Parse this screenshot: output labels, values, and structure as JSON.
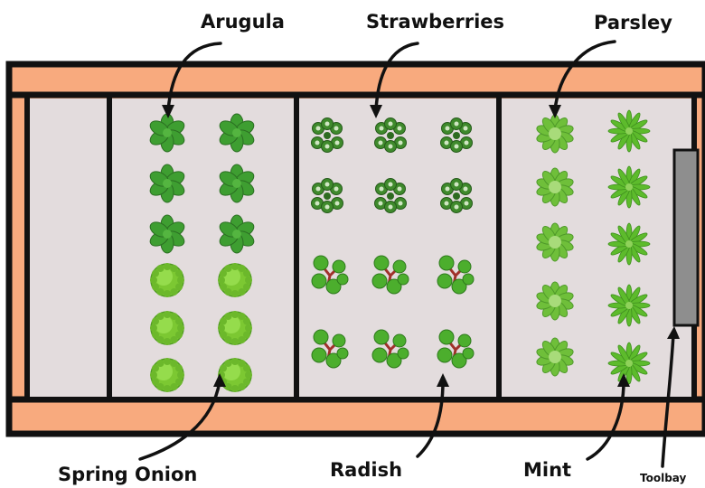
{
  "labels": {
    "arugula": "Arugula",
    "strawberries": "Strawberries",
    "parsley": "Parsley",
    "spring_onion": "Spring Onion",
    "radish": "Radish",
    "mint": "Mint",
    "toolbay": "Toolbay"
  },
  "colors": {
    "frame_wood": "#F8AA7E",
    "soil": "#E3DCDD",
    "outline": "#111111",
    "toolbay": "#8E8E8E",
    "arugula_leaf": "#3E9E31",
    "strawberry_leaf": "#3F8A2C",
    "spring_onion": "#7CC832",
    "radish_leaf": "#4CAE2D",
    "radish_stem": "#A0312B",
    "parsley": "#6FBF3A",
    "mint": "#5DBB2C"
  },
  "plants": {
    "arugula_count": 6,
    "spring_onion_count": 6,
    "strawberry_count": 6,
    "radish_count": 6,
    "parsley_count": 5,
    "mint_count": 5
  }
}
